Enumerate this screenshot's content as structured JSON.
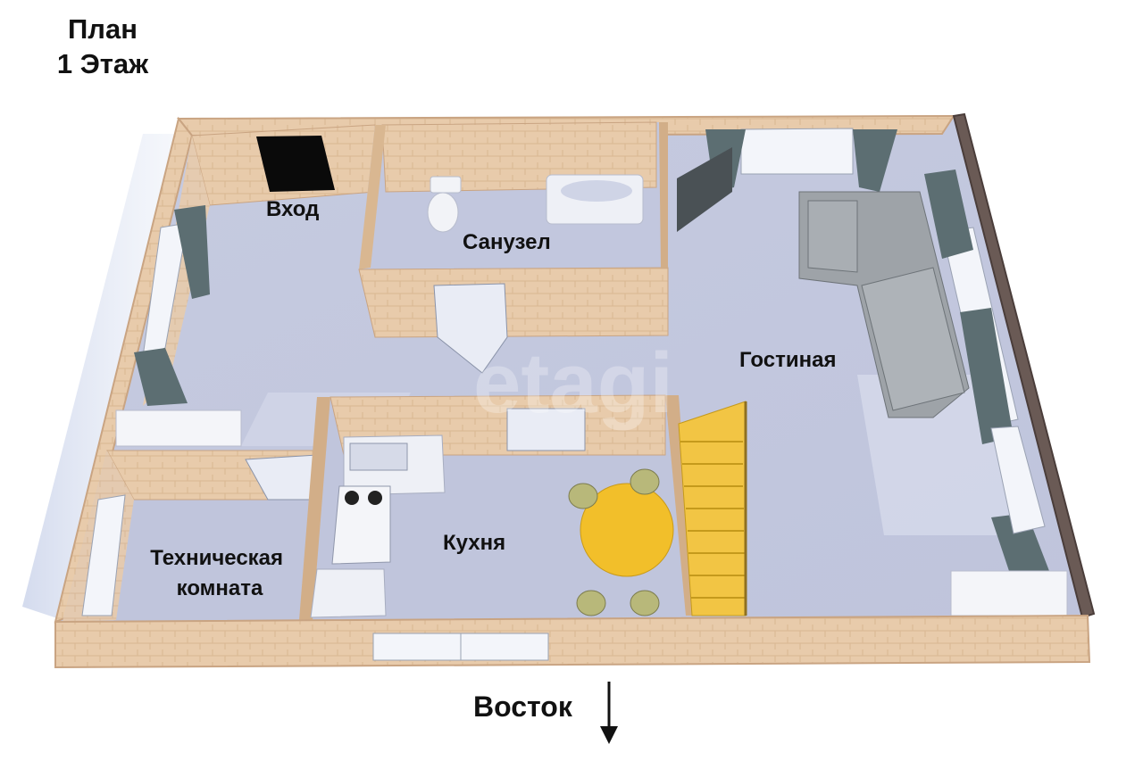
{
  "plan_title": {
    "line1": "План",
    "line2": "1 Этаж"
  },
  "rooms": {
    "entrance": "Вход",
    "bathroom": "Санузел",
    "living_room": "Гостиная",
    "kitchen": "Кухня",
    "technical_room": "Техническая комната",
    "technical_room_line1": "Техническая",
    "technical_room_line2": "комната"
  },
  "compass": {
    "label": "Восток",
    "direction": "down-arrow-icon"
  },
  "watermark": "etagi",
  "colors": {
    "wall": "#e6c7a7",
    "wall_dark": "#c9a482",
    "floor": "#c3c8df",
    "sofa": "#9ea3a8",
    "table": "#f2bf2a",
    "stairs": "#f2c544",
    "curtain": "#5c6e72"
  }
}
